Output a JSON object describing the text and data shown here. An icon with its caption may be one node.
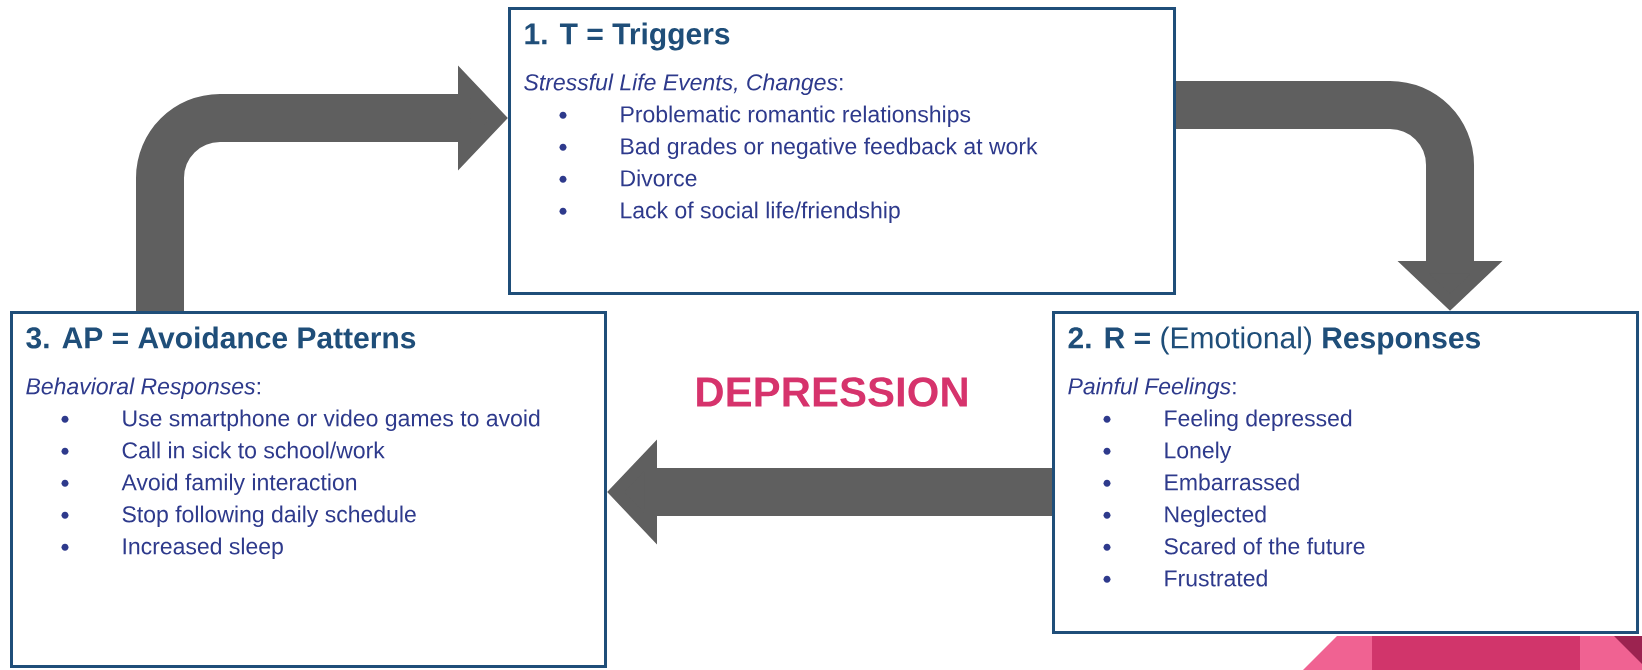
{
  "diagram": {
    "nodes": [
      {
        "text": [
          "1. T = Triggers",
          "*Stressful Life Events, Changes*:",
          "Problematic romantic relationships",
          "Bad grades or negative feedback at work",
          "Divorce",
          "Lack of social life/friendship"
        ]
      },
      {
        "text": [
          "**2. R =** (Emotional) **Responses**",
          "*Painful Feelings*:",
          "Feeling depressed",
          "Lonely",
          "Embarrassed",
          "Neglected",
          "Scared of the future",
          "Frustrated"
        ]
      },
      {
        "text": [
          "3. AP = Avoidance Patterns",
          "*Behavioral Responses*:",
          "Use smartphone or video games to avoid",
          "Call in sick to school/work",
          "Avoid family interaction",
          "Stop following daily schedule",
          "Increased sleep"
        ]
      }
    ],
    "edges": [
      {
        "from": 2,
        "to": 0,
        "arrow": "to"
      },
      {
        "from": 0,
        "to": 1,
        "arrow": "to"
      },
      {
        "from": 1,
        "to": 2,
        "arrow": "to"
      }
    ],
    "labels": [
      "DEPRESSION"
    ]
  }
}
